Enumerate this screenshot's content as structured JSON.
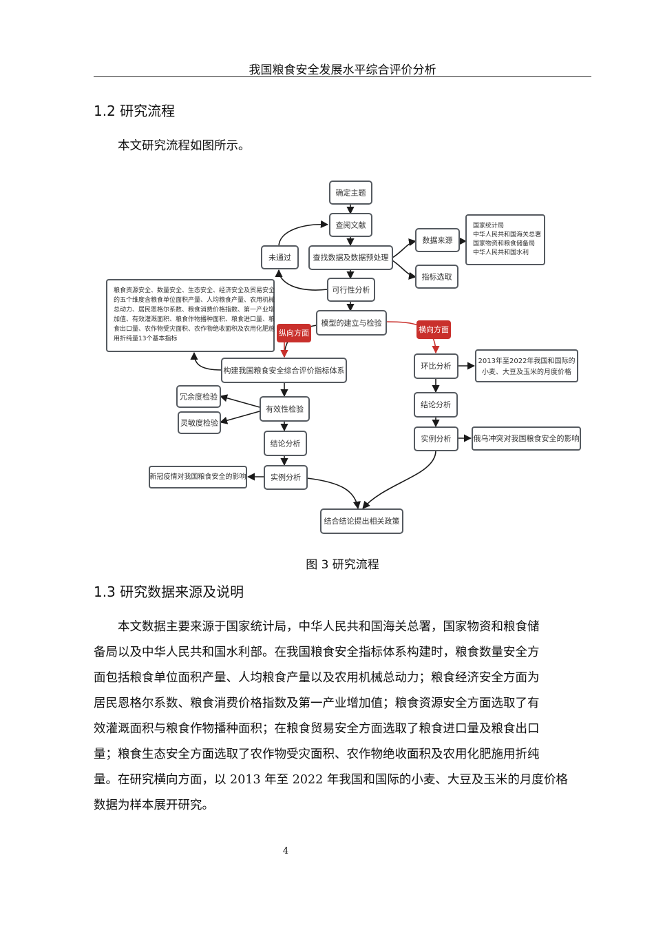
{
  "header": {
    "title": "我国粮食安全发展水平综合评价分析"
  },
  "section_1_2": {
    "heading": "1.2 研究流程",
    "intro": "本文研究流程如图所示。"
  },
  "figure": {
    "caption": "图 3  研究流程",
    "nodes": {
      "topic": "确定主题",
      "literature": "查阅文献",
      "find_data": "查找数据及数据预处理",
      "not_passed": "未通过",
      "feasibility": "可行性分析",
      "model": "模型的建立与检验",
      "data_source": "数据来源",
      "index_select": "指标选取",
      "sources_list": [
        "国家统计局",
        "中华人民共和国海关总署",
        "国家物资和粮食储备局",
        "中华人民共和国水利"
      ],
      "indicators_lines": [
        "粮食资源安全、数量安全、生态安全、经济安全及贸易安全",
        "的五个维度含粮食单位面积产量、人均粮食产量、农用机械",
        "总动力、居民恩格尔系数、粮食消费价格指数、第一产业增",
        "加值、有效灌溉面积、粮食作物播种面积、粮食进口量、粮",
        "食出口量、农作物受灾面积、农作物绝收面积及农用化肥施",
        "用折纯量13个基本指标"
      ],
      "vertical": "纵向方面",
      "horizontal": "横向方面",
      "build_index": "构建我国粮食安全综合评价指标体系",
      "redundancy": "冗余度检验",
      "sensitivity": "灵敏度检验",
      "validity": "有效性检验",
      "conclusion_left": "结论分析",
      "case_left": "实例分析",
      "covid": "新冠疫情对我国粮食安全的影响",
      "ratio": "环比分析",
      "price_lines": [
        "2013年至2022年我国和国际的",
        "小麦、大豆及玉米的月度价格"
      ],
      "conclusion_right": "结论分析",
      "case_right": "实例分析",
      "war": "俄乌冲突对我国粮食安全的影响",
      "final": "结合结论提出相关政策"
    },
    "colors": {
      "box_border": "#555a60",
      "arrow": "#1a1a1a",
      "red_tag": "#c9302c"
    }
  },
  "section_1_3": {
    "heading": "1.3 研究数据来源及说明",
    "lines": [
      "本文数据主要来源于国家统计局，中华人民共和国海关总署，国家物资和粮食储",
      "备局以及中华人民共和国水利部。在我国粮食安全指标体系构建时，粮食数量安全方",
      "面包括粮食单位面积产量、人均粮食产量以及农用机械总动力；粮食经济安全方面为",
      "居民恩格尔系数、粮食消费价格指数及第一产业增加值；粮食资源安全方面选取了有",
      "效灌溉面积与粮食作物播种面积；在粮食贸易安全方面选取了粮食进口量及粮食出口",
      "量；粮食生态安全方面选取了农作物受灾面积、农作物绝收面积及农用化肥施用折纯",
      "量。在研究横向方面，以 2013 年至 2022 年我国和国际的小麦、大豆及玉米的月度价格",
      "数据为样本展开研究。"
    ]
  },
  "page_number": "4"
}
